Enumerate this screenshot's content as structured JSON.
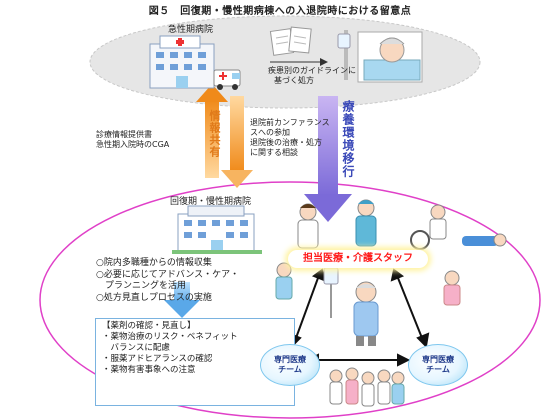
{
  "figure": {
    "title": "図５　回復期・慢性期病棟への入退院時における留意点"
  },
  "acute": {
    "label": "急性期病院",
    "guideline": [
      "疾患別のガイドラインに",
      "基づく処方"
    ]
  },
  "info_share": {
    "vertical_label": "情報共有",
    "left_items": [
      "診療情報提供書",
      "急性期入院時のCGA"
    ],
    "right_items": [
      "退院前カンファランス",
      "スへの参加",
      "退院後の治療・処方",
      "に関する相談"
    ]
  },
  "transition": {
    "vertical_label": "療養環境移行"
  },
  "recovery": {
    "label": "回復期・慢性期病院",
    "bullets": [
      "○院内多職種からの情報収集",
      "○必要に応じてアドバンス・ケア・",
      "　プランニングを活用",
      "○処方見直しプロセスの実施"
    ]
  },
  "review": {
    "heading": "【薬剤の確認・見直し】",
    "items": [
      "・薬物治療のリスク・ベネフィット",
      "　バランスに配慮",
      "・服薬アドヒアランスの確認",
      "・薬物有害事象への注意"
    ]
  },
  "staff": {
    "banner": "担当医療・介護スタッフ"
  },
  "teams": [
    {
      "line1": "専門医療",
      "line2": "チーム"
    },
    {
      "line1": "専門医療",
      "line2": "チーム"
    }
  ],
  "colors": {
    "cloud_fill": "#e6e6e6",
    "circle_stroke": "#e040c8",
    "info_text": "#e07a1a",
    "transition_text": "#3a49b8",
    "staff_text": "#ff1a1a",
    "team_text": "#1f3a8a"
  }
}
